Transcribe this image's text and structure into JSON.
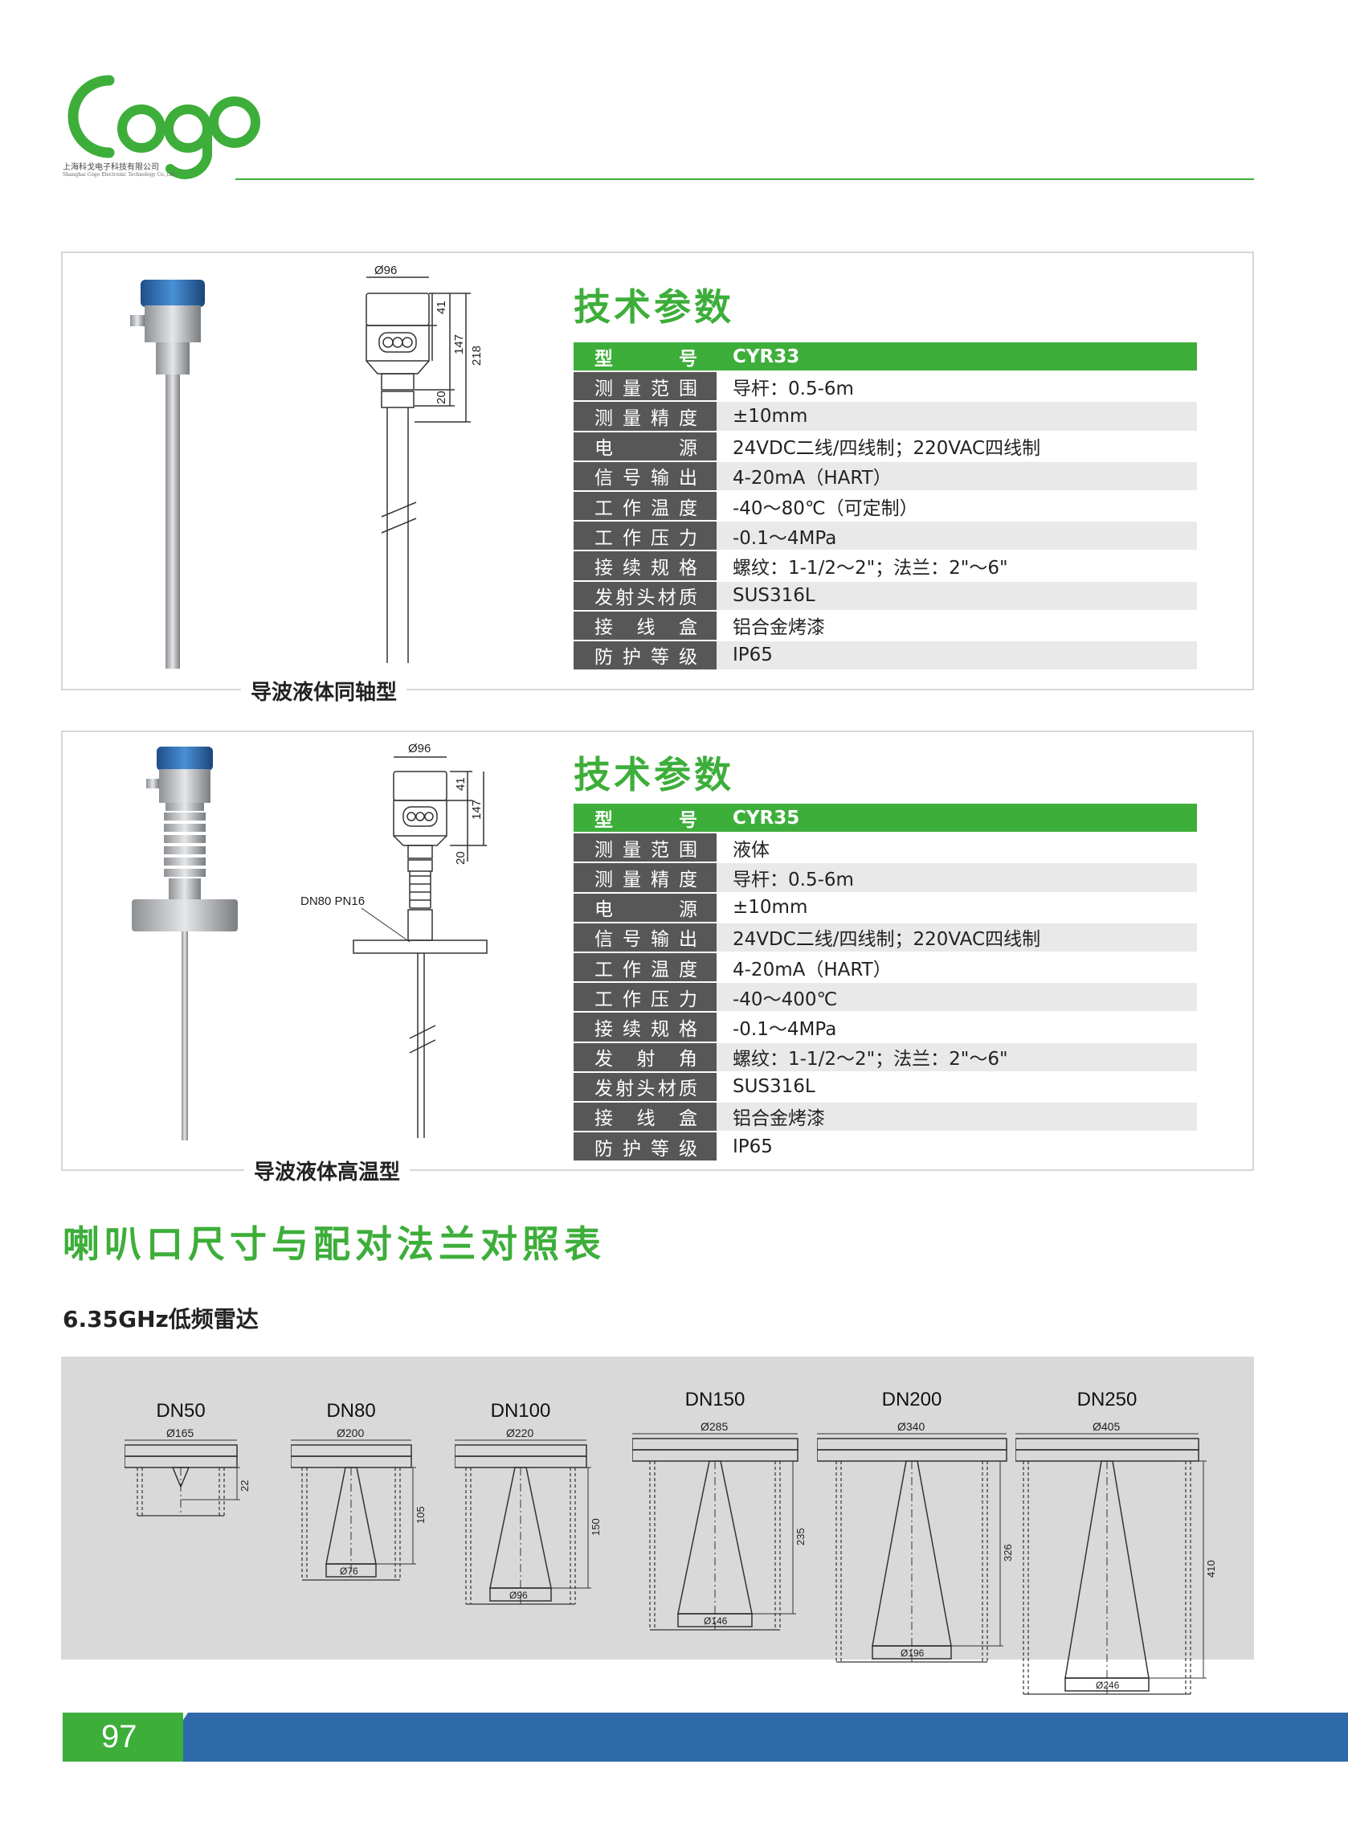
{
  "header": {
    "logo_text": "Cogo",
    "company_cn": "上海科戈电子科技有限公司",
    "company_en": "Shanghai Cogo Electronic Technology Co.,Ltd"
  },
  "colors": {
    "brand_green": "#3dae3a",
    "key_grey": "#575757",
    "footer_blue": "#2e6aaa",
    "panel_grey": "#d9d9d9"
  },
  "products": [
    {
      "title": "技术参数",
      "caption": "导波液体同轴型",
      "drawing": {
        "dia": "Ø96",
        "dim1": "41",
        "dim2": "147",
        "dim3": "218",
        "dim4": "20"
      },
      "rows": [
        {
          "k": "型号",
          "v": "CYR33"
        },
        {
          "k": "测量范围",
          "v": "导杆：0.5-6m"
        },
        {
          "k": "测量精度",
          "v": "±10mm"
        },
        {
          "k": "电源",
          "v": "24VDC二线/四线制；220VAC四线制"
        },
        {
          "k": "信号输出",
          "v": "4-20mA（HART）"
        },
        {
          "k": "工作温度",
          "v": "-40～80℃（可定制）"
        },
        {
          "k": "工作压力",
          "v": "-0.1～4MPa"
        },
        {
          "k": "接续规格",
          "v": "螺纹：1-1/2～2\"；法兰：2\"～6\""
        },
        {
          "k": "发射头材质",
          "v": "SUS316L"
        },
        {
          "k": "接线盒",
          "v": "铝合金烤漆"
        },
        {
          "k": "防护等级",
          "v": "IP65"
        }
      ]
    },
    {
      "title": "技术参数",
      "caption": "导波液体高温型",
      "drawing": {
        "dia": "Ø96",
        "dim1": "41",
        "dim2": "147",
        "dim4": "20",
        "flange": "DN80 PN16"
      },
      "rows": [
        {
          "k": "型号",
          "v": "CYR35"
        },
        {
          "k": "测量范围",
          "v": "液体"
        },
        {
          "k": "测量精度",
          "v": "导杆：0.5-6m"
        },
        {
          "k": "电源",
          "v": "±10mm"
        },
        {
          "k": "信号输出",
          "v": "24VDC二线/四线制；220VAC四线制"
        },
        {
          "k": "工作温度",
          "v": "4-20mA（HART）"
        },
        {
          "k": "工作压力",
          "v": "-40～400℃"
        },
        {
          "k": "接续规格",
          "v": "-0.1～4MPa"
        },
        {
          "k": "发射角",
          "v": "螺纹：1-1/2～2\"；法兰：2\"～6\""
        },
        {
          "k": "发射头材质",
          "v": "SUS316L"
        },
        {
          "k": "接线盒",
          "v": "铝合金烤漆"
        },
        {
          "k": "防护等级",
          "v": "IP65"
        }
      ]
    }
  ],
  "horn_section": {
    "title": "喇叭口尺寸与配对法兰对照表",
    "subtitle": "6.35GHz低频雷达",
    "horns": [
      {
        "dn": "DN50",
        "flange": "Ø165",
        "mouth": "",
        "height": "22"
      },
      {
        "dn": "DN80",
        "flange": "Ø200",
        "mouth": "Ø76",
        "height": "105"
      },
      {
        "dn": "DN100",
        "flange": "Ø220",
        "mouth": "Ø96",
        "height": "150"
      },
      {
        "dn": "DN150",
        "flange": "Ø285",
        "mouth": "Ø146",
        "height": "235"
      },
      {
        "dn": "DN200",
        "flange": "Ø340",
        "mouth": "Ø196",
        "height": "326"
      },
      {
        "dn": "DN250",
        "flange": "Ø405",
        "mouth": "Ø246",
        "height": "410"
      }
    ]
  },
  "footer": {
    "page_number": "97"
  }
}
